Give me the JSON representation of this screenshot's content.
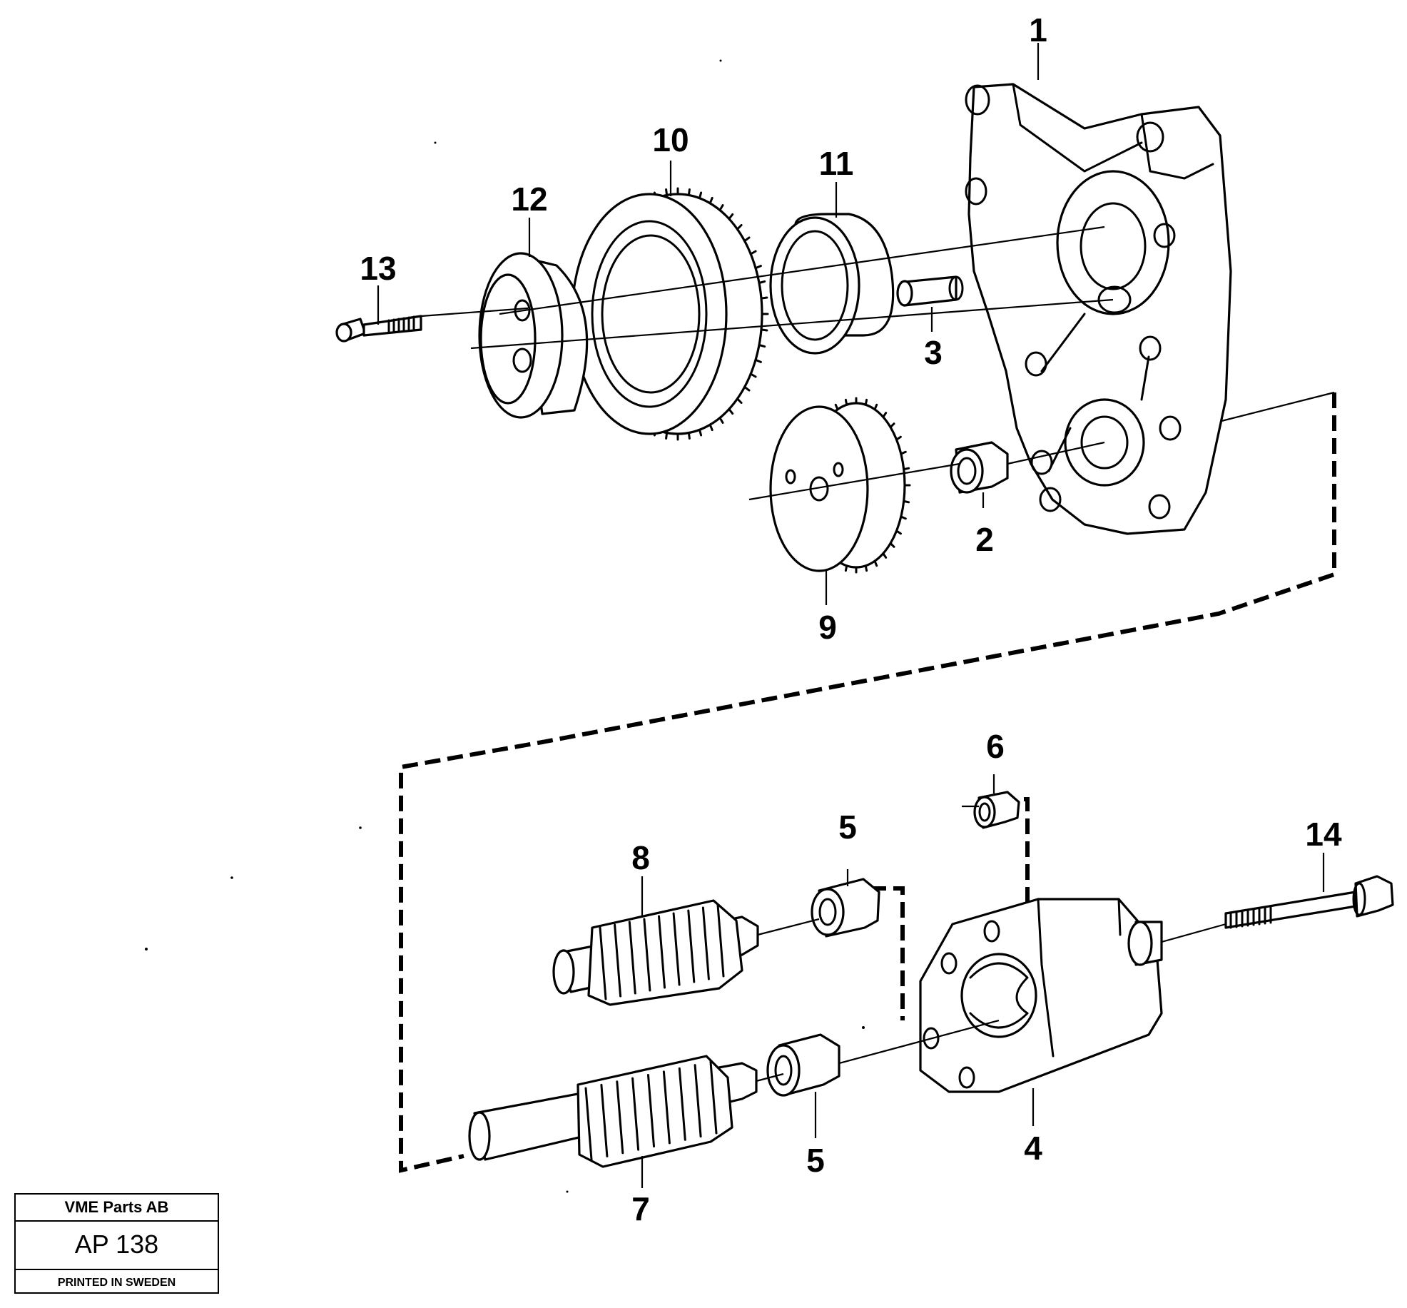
{
  "callouts": {
    "p1": "1",
    "p2": "2",
    "p3": "3",
    "p4": "4",
    "p5a": "5",
    "p5b": "5",
    "p6": "6",
    "p7": "7",
    "p8": "8",
    "p9": "9",
    "p10": "10",
    "p11": "11",
    "p12": "12",
    "p13": "13",
    "p14": "14"
  },
  "title_block": {
    "company": "VME Parts AB",
    "code": "AP 138",
    "printed": "PRINTED IN SWEDEN"
  },
  "colors": {
    "ink": "#000000",
    "paper": "#ffffff"
  }
}
